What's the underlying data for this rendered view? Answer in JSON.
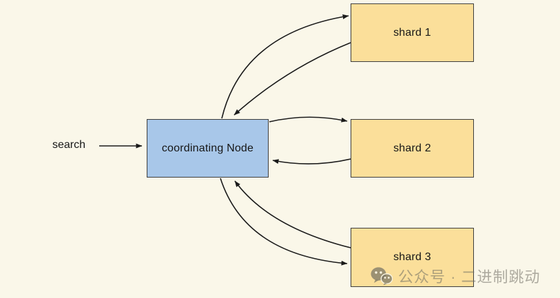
{
  "canvas": {
    "background": "#faf7e9"
  },
  "colors": {
    "coordinator_fill": "#a8c7e9",
    "shard_fill": "#fbdf9a",
    "node_border": "#3d3d3d",
    "arrow": "#1a1a1a",
    "text": "#161616"
  },
  "diagram": {
    "input_label": "search",
    "coordinator": {
      "label": "coordinating Node"
    },
    "shards": [
      {
        "label": "shard 1"
      },
      {
        "label": "shard 2"
      },
      {
        "label": "shard 3"
      }
    ],
    "edges": [
      {
        "from": "search",
        "to": "coordinating Node"
      },
      {
        "from": "coordinating Node",
        "to": "shard 1"
      },
      {
        "from": "shard 1",
        "to": "coordinating Node"
      },
      {
        "from": "coordinating Node",
        "to": "shard 2"
      },
      {
        "from": "shard 2",
        "to": "coordinating Node"
      },
      {
        "from": "coordinating Node",
        "to": "shard 3"
      },
      {
        "from": "shard 3",
        "to": "coordinating Node"
      }
    ]
  },
  "watermark": {
    "icon": "wechat-icon",
    "text": "公众号 · 二进制跳动"
  }
}
